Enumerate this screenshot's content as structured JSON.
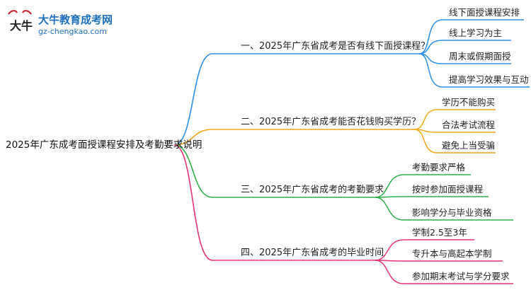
{
  "logo": {
    "title": "大牛教育成考网",
    "url": "gz-chengkao.com",
    "mark_text": "大牛"
  },
  "mindmap": {
    "root": "2025年广东成考面授课程安排及考勤要求说明",
    "colors": {
      "blue": "#2b8fe8",
      "orange": "#f0a81c",
      "green": "#2fae4a",
      "pink": "#e8327a"
    },
    "branches": [
      {
        "label": "一、2025年广东省成考是否有线下面授课程？",
        "color": "blue",
        "children": [
          "线下面授课程安排",
          "线上学习为主",
          "周末或假期面授",
          "提高学习效果与互动"
        ]
      },
      {
        "label": "二、2025年广东省成考能否花钱购买学历？",
        "color": "orange",
        "children": [
          "学历不能购买",
          "合法考试流程",
          "避免上当受骗"
        ]
      },
      {
        "label": "三、2025年广东省成考的考勤要求",
        "color": "green",
        "children": [
          "考勤要求严格",
          "按时参加面授课程",
          "影响学分与毕业资格"
        ]
      },
      {
        "label": "四、2025年广东省成考的毕业时间",
        "color": "pink",
        "children": [
          "学制2.5至3年",
          "专升本与高起本学制",
          "参加期末考试与学分要求"
        ]
      }
    ]
  }
}
